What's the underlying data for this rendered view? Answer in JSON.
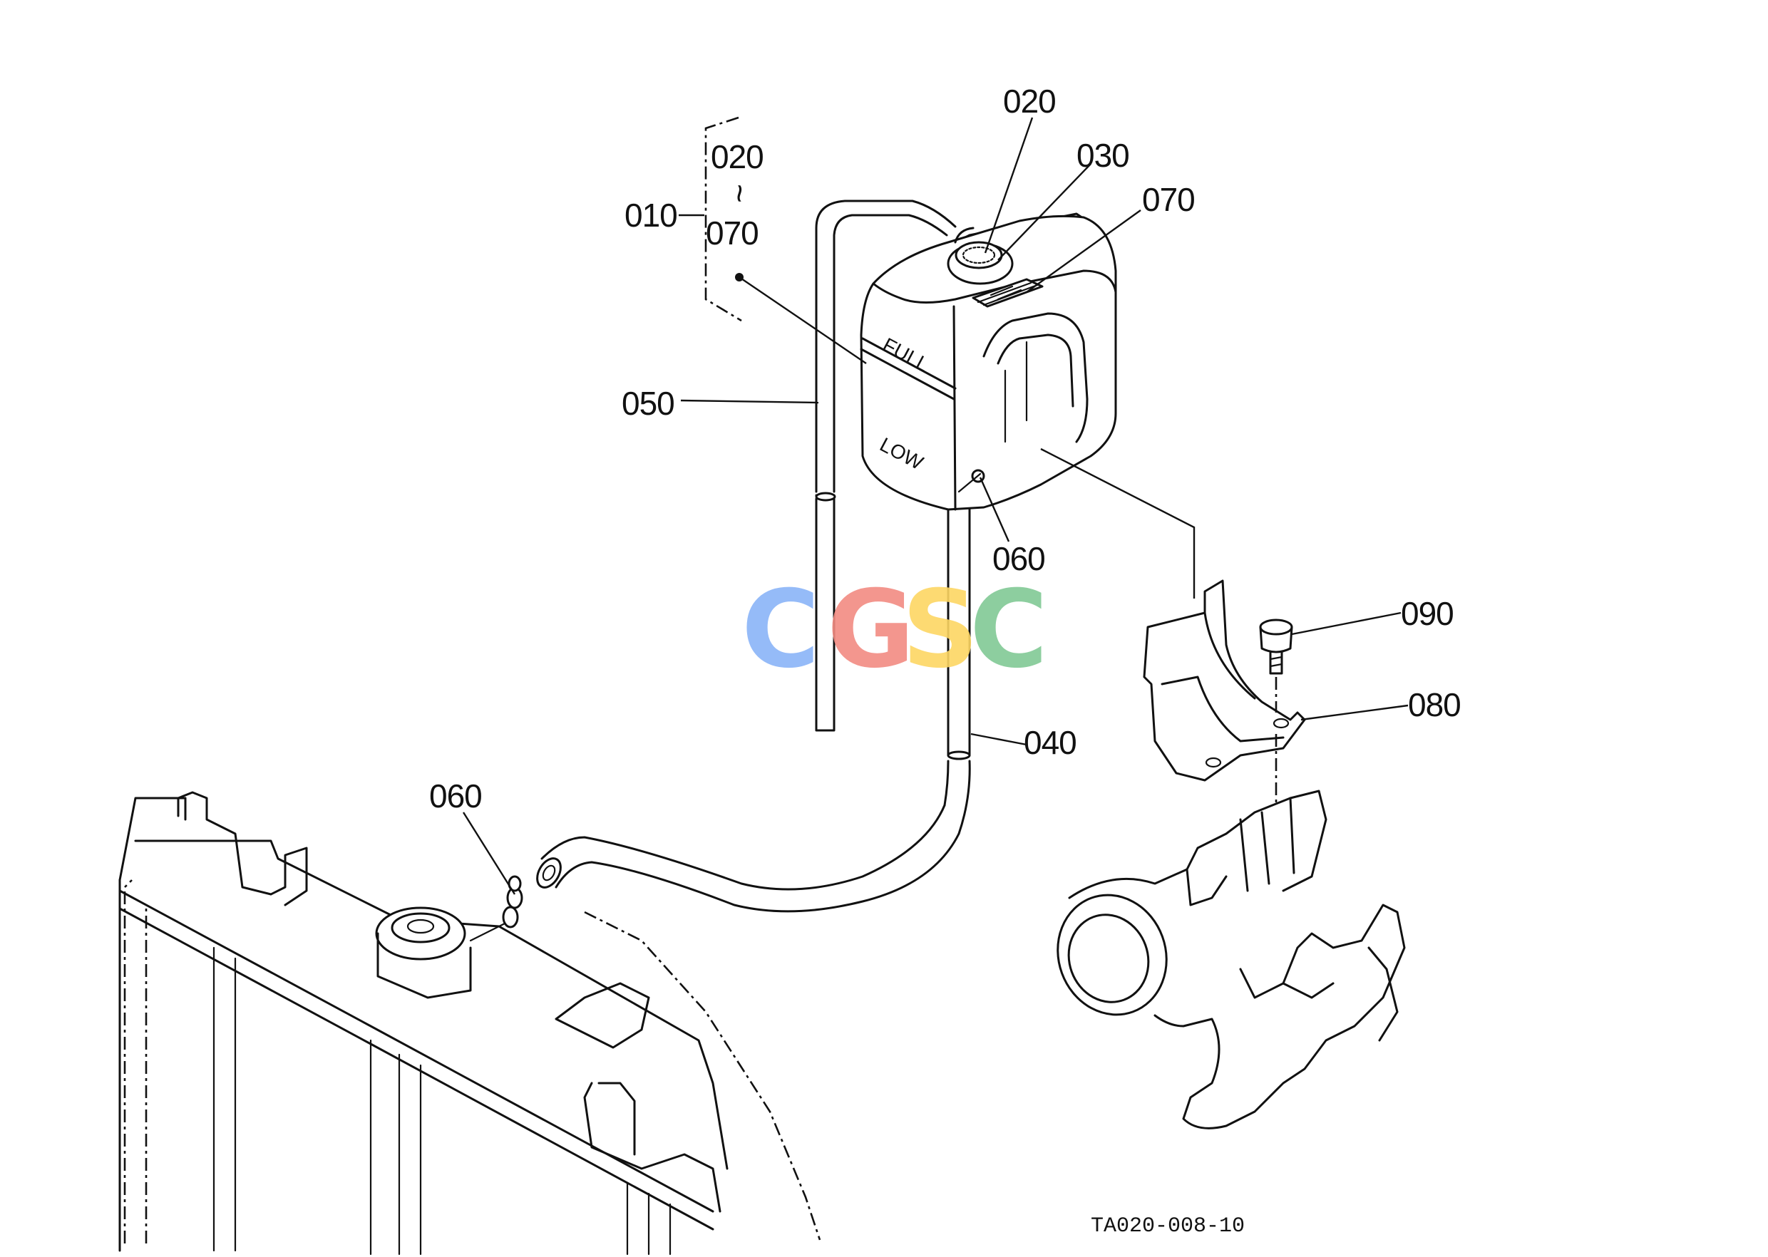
{
  "part_labels": [
    {
      "id": "p020_top",
      "text": "020"
    },
    {
      "id": "p030",
      "text": "030"
    },
    {
      "id": "p070_right",
      "text": "070"
    },
    {
      "id": "p010",
      "text": "010"
    },
    {
      "id": "p020_group",
      "text": "020"
    },
    {
      "id": "p_range",
      "text": "~"
    },
    {
      "id": "p070_group",
      "text": "070"
    },
    {
      "id": "p050",
      "text": "050"
    },
    {
      "id": "p060_right",
      "text": "060"
    },
    {
      "id": "p040",
      "text": "040"
    },
    {
      "id": "p060_left",
      "text": "060"
    },
    {
      "id": "p090",
      "text": "090"
    },
    {
      "id": "p080",
      "text": "080"
    }
  ],
  "tank_markings": {
    "full": "FULL",
    "low": "LOW"
  },
  "drawing_code": "TA020-008-10",
  "watermark": {
    "letters": [
      {
        "char": "C",
        "color": "#8AB4F8"
      },
      {
        "char": "G",
        "color": "#F28B82"
      },
      {
        "char": "S",
        "color": "#FDD663"
      },
      {
        "char": "C",
        "color": "#81C995"
      }
    ]
  }
}
